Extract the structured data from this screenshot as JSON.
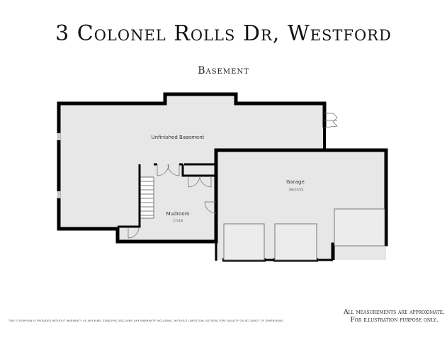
{
  "title": "3 Colonel Rolls Dr, Westford",
  "level": "Basement",
  "rooms": {
    "unfinished_basement": {
      "name": "Unfinished Basement"
    },
    "garage": {
      "name": "Garage",
      "dims": "38x24/22"
    },
    "mudroom": {
      "name": "Mudroom",
      "dims": "17x16"
    }
  },
  "note_lines": [
    "All measurements are approximate.",
    "For illustration purpose only."
  ],
  "disclaimer": "THIS FLOORPLAN IS PROVIDED WITHOUT WARRANTY OF ANY KIND. SENSOPIA DISCLAIMS ANY WARRANTY INCLUDING, WITHOUT LIMITATION, SATISFACTORY QUALITY OR ACCURACY OF DIMENSIONS."
}
